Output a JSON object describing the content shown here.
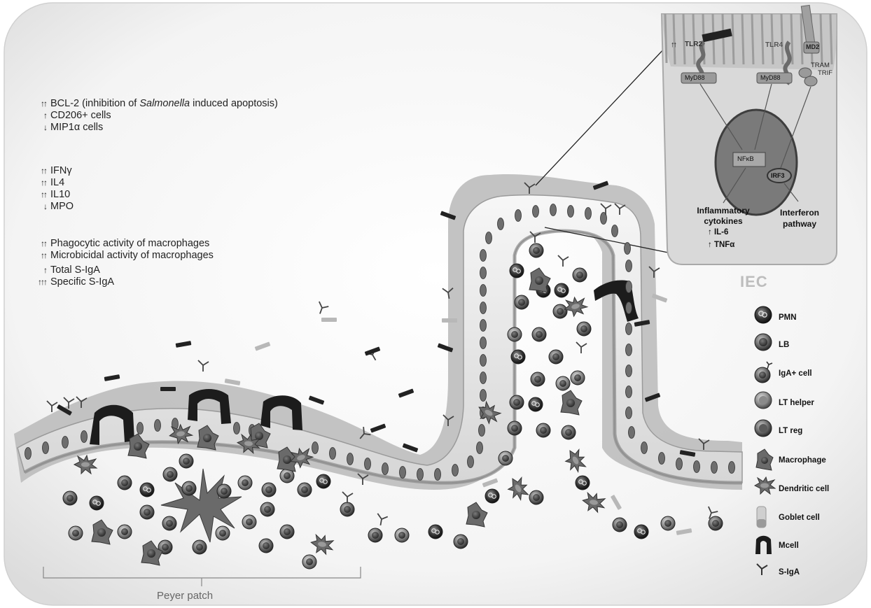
{
  "effects": {
    "group1": [
      {
        "arrows": "↑↑",
        "text_before": "BCL-2 (inhibition of ",
        "text_italic": "Salmonella",
        "text_after": " induced apoptosis)"
      },
      {
        "arrows": "↑",
        "text": "CD206+ cells"
      },
      {
        "arrows": "↓",
        "text": "MIP1α cells"
      }
    ],
    "group2": [
      {
        "arrows": "↑↑",
        "text": "IFNγ"
      },
      {
        "arrows": "↑↑",
        "text": "IL4"
      },
      {
        "arrows": "↑↑",
        "text": "IL10"
      },
      {
        "arrows": "↓",
        "text": "MPO"
      }
    ],
    "group3": [
      {
        "arrows": "↑↑",
        "text": "Phagocytic activity of macrophages"
      },
      {
        "arrows": "↑↑",
        "text": "Microbicidal activity of macrophages"
      },
      {
        "arrows": "↑",
        "text": "Total S-IgA"
      },
      {
        "arrows": "↑↑↑",
        "text": "Specific S-IgA"
      }
    ]
  },
  "iec_panel": {
    "tlr2": "TLR2",
    "tlr2_arrows": "↑↑",
    "tlr4": "TLR4",
    "md2": "MD2",
    "tram": "TRAM",
    "trif": "TRIF",
    "myd88_a": "MyD88",
    "myd88_b": "MyD88",
    "nfkb": "NFκB",
    "irf3": "IRF3",
    "inflammatory_line1": "Inflammatory",
    "inflammatory_line2": "cytokines",
    "il6": "↑ IL-6",
    "tnfa": "↑ TNFα",
    "interferon_line1": "Interferon",
    "interferon_line2": "pathway",
    "iec_label": "IEC"
  },
  "peyer_label": "Peyer patch",
  "legend": [
    {
      "key": "pmn",
      "label": "PMN"
    },
    {
      "key": "lb",
      "label": "LB"
    },
    {
      "key": "iga-cell",
      "label": "IgA+ cell"
    },
    {
      "key": "lt-helper",
      "label": "LT helper"
    },
    {
      "key": "lt-reg",
      "label": "LT reg"
    },
    {
      "key": "macrophage",
      "label": "Macrophage"
    },
    {
      "key": "dendritic",
      "label": "Dendritic cell"
    },
    {
      "key": "goblet",
      "label": "Goblet cell"
    },
    {
      "key": "mcell",
      "label": "Mcell"
    },
    {
      "key": "siga",
      "label": "S-IgA"
    }
  ]
}
